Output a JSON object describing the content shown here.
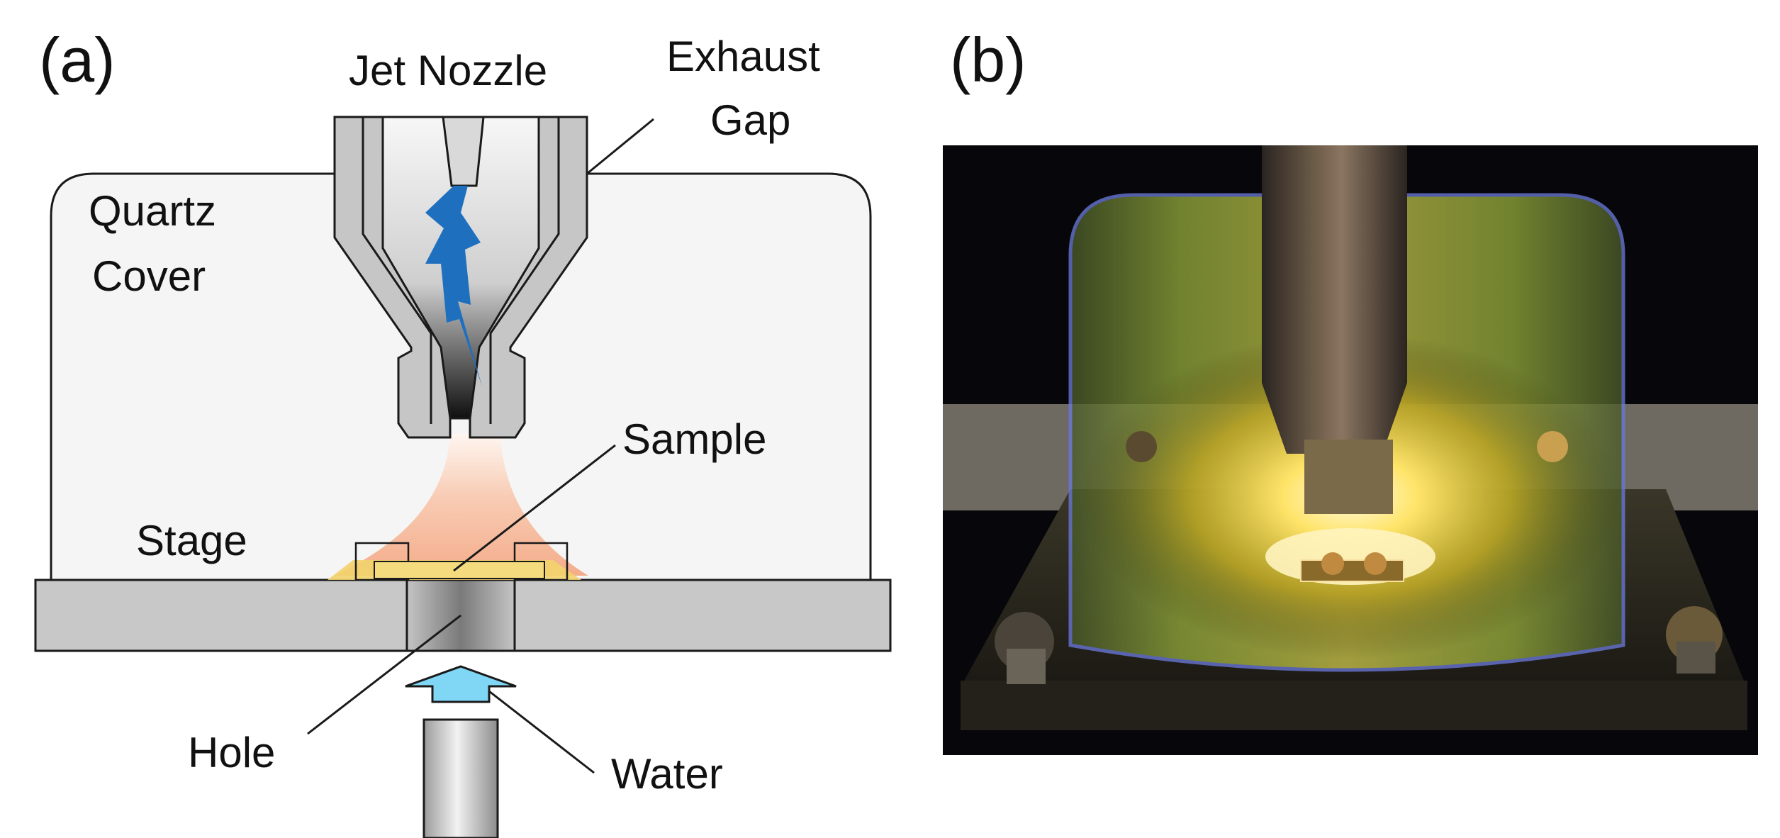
{
  "panel_a": {
    "letter": "(a)",
    "labels": {
      "jet_nozzle": "Jet Nozzle",
      "exhaust_line1": "Exhaust",
      "exhaust_line2": "Gap",
      "quartz_line1": "Quartz",
      "quartz_line2": "Cover",
      "sample": "Sample",
      "stage": "Stage",
      "hole": "Hole",
      "water": "Water"
    }
  },
  "panel_b": {
    "letter": "(b)"
  },
  "colors": {
    "quartz_fill": "#f5f5f6",
    "metal": "#c8c8c8",
    "metal_dark": "#9a9a9a",
    "discharge": "#1f6fbf",
    "plume": "#f6b89a",
    "sample_glow": "#f2d36b",
    "water_arrow": "#7fd6f5",
    "line": "#1a1a1a"
  }
}
